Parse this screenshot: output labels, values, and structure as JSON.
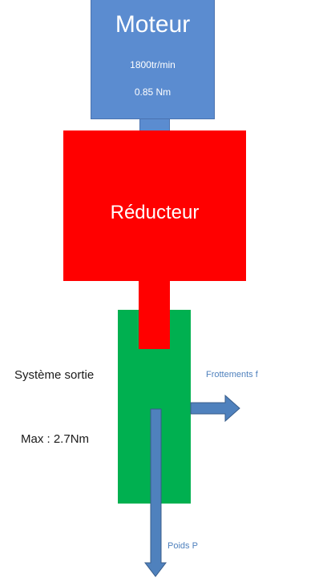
{
  "diagram": {
    "motor": {
      "title": "Moteur",
      "speed": "1800tr/min",
      "torque": "0.85 Nm"
    },
    "reducer": {
      "title": "Réducteur"
    },
    "output_system": {
      "title": "Système sortie",
      "max_torque": "Max : 2.7Nm"
    },
    "forces": {
      "friction": "Frottements  f",
      "weight": "Poids P"
    }
  },
  "colors": {
    "motor": "#5b8cd0",
    "motor_border": "#4a72b0",
    "reducer": "#ff0000",
    "output": "#00b050",
    "arrow_fill": "#4f81bd",
    "arrow_stroke": "#385d8a",
    "force_label": "#4f81bd"
  }
}
